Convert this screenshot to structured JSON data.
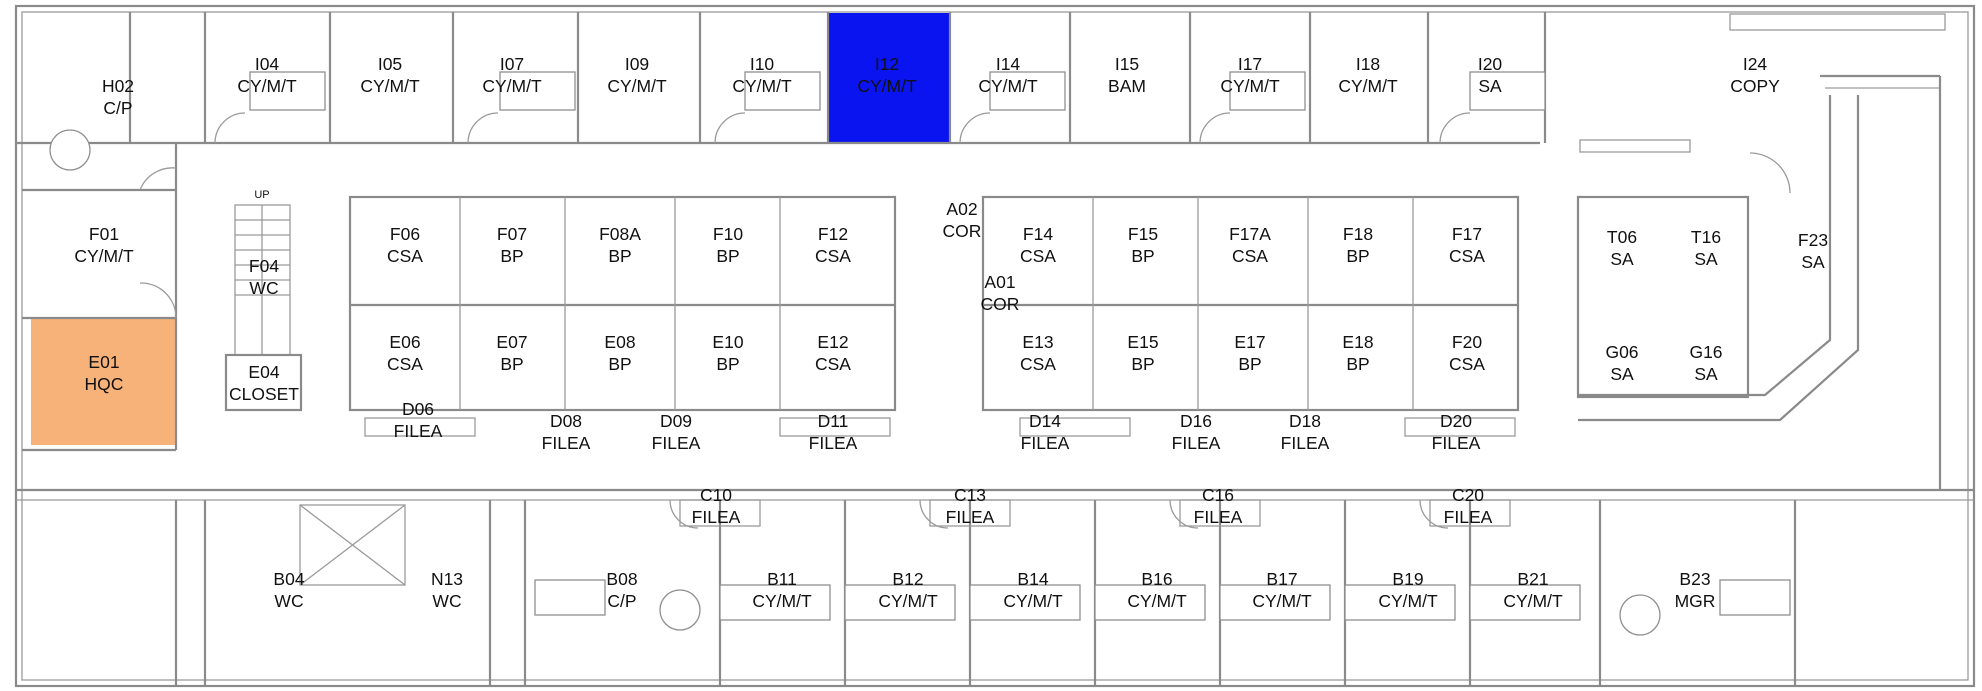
{
  "legend_colors": {
    "selected_room": "#0a14f0",
    "highlighted_room": "#f7b27a",
    "wall": "#8a8a8a"
  },
  "selected_room": "I12",
  "highlighted_room": "E01",
  "rooms": [
    {
      "id": "H02",
      "name": "H02",
      "type": "C/P"
    },
    {
      "id": "I04",
      "name": "I04",
      "type": "CY/M/T"
    },
    {
      "id": "I05",
      "name": "I05",
      "type": "CY/M/T"
    },
    {
      "id": "I07",
      "name": "I07",
      "type": "CY/M/T"
    },
    {
      "id": "I09",
      "name": "I09",
      "type": "CY/M/T"
    },
    {
      "id": "I10",
      "name": "I10",
      "type": "CY/M/T"
    },
    {
      "id": "I12",
      "name": "I12",
      "type": "CY/M/T"
    },
    {
      "id": "I14",
      "name": "I14",
      "type": "CY/M/T"
    },
    {
      "id": "I15",
      "name": "I15",
      "type": "BAM"
    },
    {
      "id": "I17",
      "name": "I17",
      "type": "CY/M/T"
    },
    {
      "id": "I18",
      "name": "I18",
      "type": "CY/M/T"
    },
    {
      "id": "I20",
      "name": "I20",
      "type": "SA"
    },
    {
      "id": "I24",
      "name": "I24",
      "type": "COPY"
    },
    {
      "id": "F01",
      "name": "F01",
      "type": "CY/M/T"
    },
    {
      "id": "F04",
      "name": "F04",
      "type": "WC"
    },
    {
      "id": "E01",
      "name": "E01",
      "type": "HQC"
    },
    {
      "id": "E04",
      "name": "E04",
      "type": "CLOSET"
    },
    {
      "id": "F06",
      "name": "F06",
      "type": "CSA"
    },
    {
      "id": "F07",
      "name": "F07",
      "type": "BP"
    },
    {
      "id": "F08A",
      "name": "F08A",
      "type": "BP"
    },
    {
      "id": "F10",
      "name": "F10",
      "type": "BP"
    },
    {
      "id": "F12",
      "name": "F12",
      "type": "CSA"
    },
    {
      "id": "A02",
      "name": "A02",
      "type": "COR"
    },
    {
      "id": "A01",
      "name": "A01",
      "type": "COR"
    },
    {
      "id": "F14",
      "name": "F14",
      "type": "CSA"
    },
    {
      "id": "F15",
      "name": "F15",
      "type": "BP"
    },
    {
      "id": "F17A",
      "name": "F17A",
      "type": "CSA"
    },
    {
      "id": "F18",
      "name": "F18",
      "type": "BP"
    },
    {
      "id": "F17",
      "name": "F17",
      "type": "CSA"
    },
    {
      "id": "E06",
      "name": "E06",
      "type": "CSA"
    },
    {
      "id": "E07",
      "name": "E07",
      "type": "BP"
    },
    {
      "id": "E08",
      "name": "E08",
      "type": "BP"
    },
    {
      "id": "E10",
      "name": "E10",
      "type": "BP"
    },
    {
      "id": "E12",
      "name": "E12",
      "type": "CSA"
    },
    {
      "id": "E13",
      "name": "E13",
      "type": "CSA"
    },
    {
      "id": "E15",
      "name": "E15",
      "type": "BP"
    },
    {
      "id": "E17",
      "name": "E17",
      "type": "BP"
    },
    {
      "id": "E18",
      "name": "E18",
      "type": "BP"
    },
    {
      "id": "F20",
      "name": "F20",
      "type": "CSA"
    },
    {
      "id": "D06",
      "name": "D06",
      "type": "FILEA"
    },
    {
      "id": "D08",
      "name": "D08",
      "type": "FILEA"
    },
    {
      "id": "D09",
      "name": "D09",
      "type": "FILEA"
    },
    {
      "id": "D11",
      "name": "D11",
      "type": "FILEA"
    },
    {
      "id": "D14",
      "name": "D14",
      "type": "FILEA"
    },
    {
      "id": "D16",
      "name": "D16",
      "type": "FILEA"
    },
    {
      "id": "D18",
      "name": "D18",
      "type": "FILEA"
    },
    {
      "id": "D20",
      "name": "D20",
      "type": "FILEA"
    },
    {
      "id": "T06",
      "name": "T06",
      "type": "SA"
    },
    {
      "id": "T16",
      "name": "T16",
      "type": "SA"
    },
    {
      "id": "F23",
      "name": "F23",
      "type": "SA"
    },
    {
      "id": "G06",
      "name": "G06",
      "type": "SA"
    },
    {
      "id": "G16",
      "name": "G16",
      "type": "SA"
    },
    {
      "id": "C10",
      "name": "C10",
      "type": "FILEA"
    },
    {
      "id": "C13",
      "name": "C13",
      "type": "FILEA"
    },
    {
      "id": "C16",
      "name": "C16",
      "type": "FILEA"
    },
    {
      "id": "C20",
      "name": "C20",
      "type": "FILEA"
    },
    {
      "id": "B04",
      "name": "B04",
      "type": "WC"
    },
    {
      "id": "N13",
      "name": "N13",
      "type": "WC"
    },
    {
      "id": "B08",
      "name": "B08",
      "type": "C/P"
    },
    {
      "id": "B11",
      "name": "B11",
      "type": "CY/M/T"
    },
    {
      "id": "B12",
      "name": "B12",
      "type": "CY/M/T"
    },
    {
      "id": "B14",
      "name": "B14",
      "type": "CY/M/T"
    },
    {
      "id": "B16",
      "name": "B16",
      "type": "CY/M/T"
    },
    {
      "id": "B17",
      "name": "B17",
      "type": "CY/M/T"
    },
    {
      "id": "B19",
      "name": "B19",
      "type": "CY/M/T"
    },
    {
      "id": "B21",
      "name": "B21",
      "type": "CY/M/T"
    },
    {
      "id": "B23",
      "name": "B23",
      "type": "MGR"
    }
  ],
  "stair_label": "UP"
}
